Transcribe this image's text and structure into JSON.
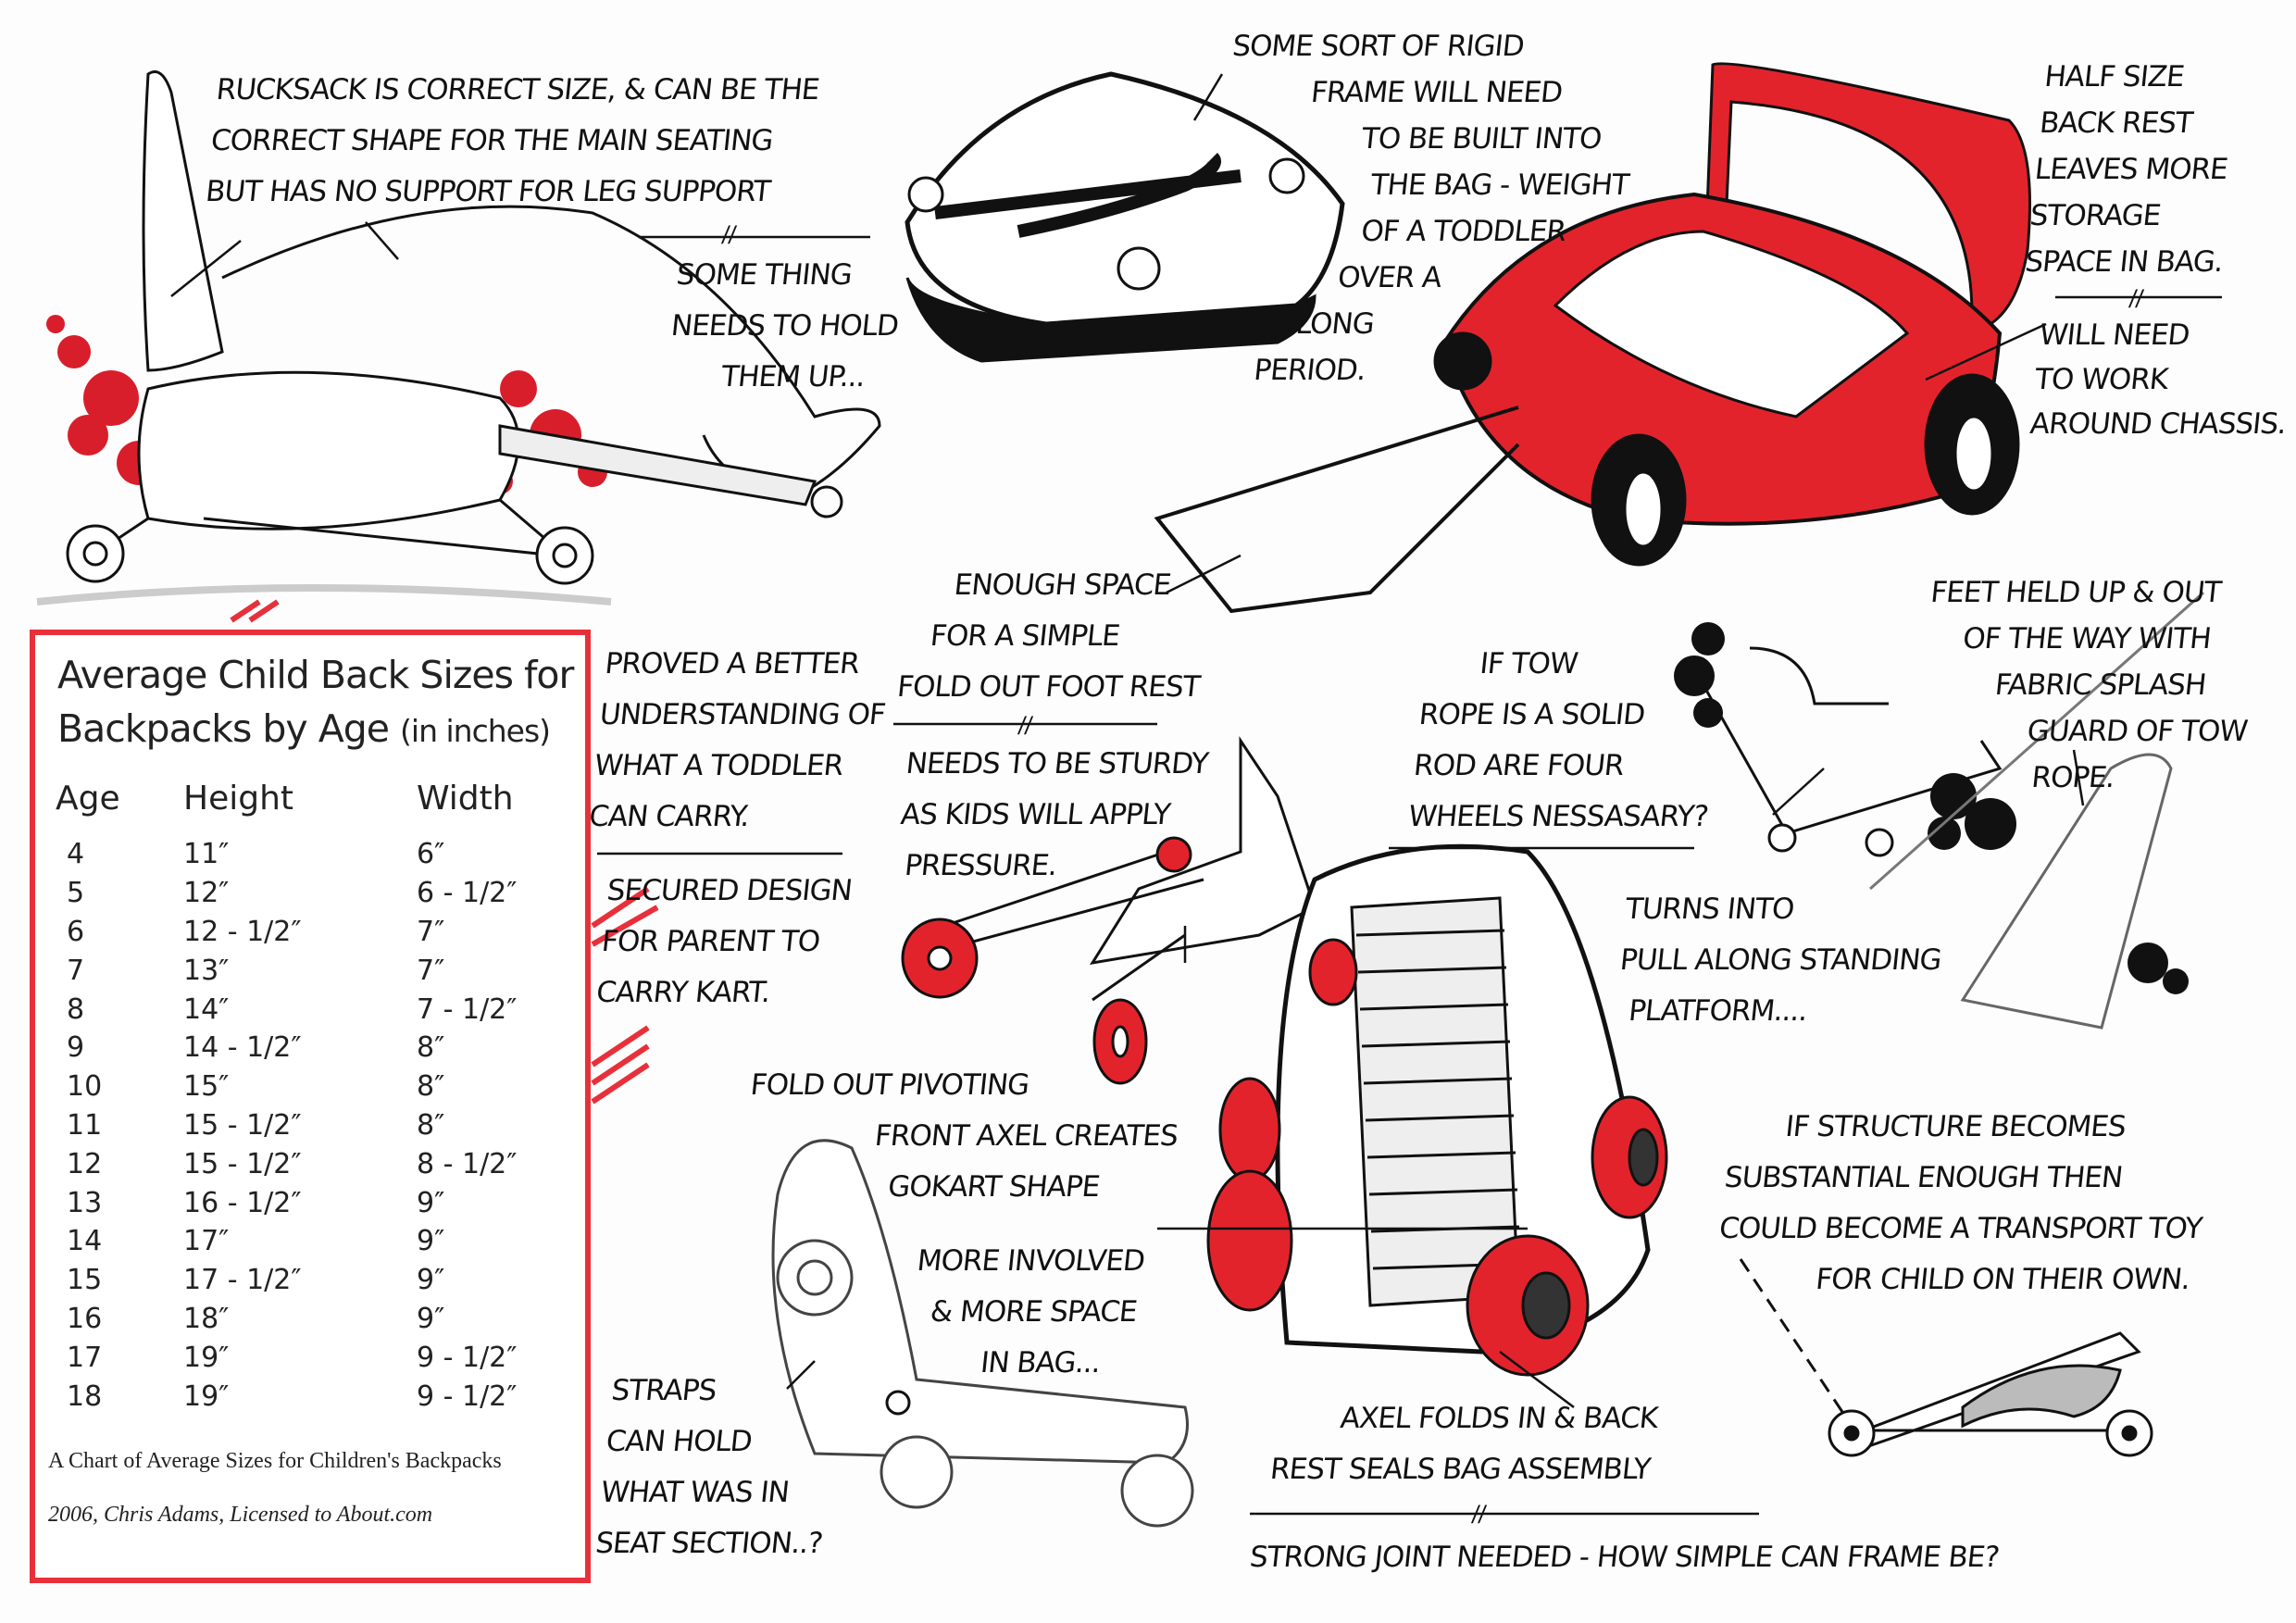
{
  "notes": {
    "rucksack": [
      "Rucksack is correct size, & can be the",
      "correct shape for the main seating",
      "but has no support for leg support"
    ],
    "hold_up": [
      "Some thing",
      "needs to hold",
      "them up..."
    ],
    "rigid_frame": [
      "Some sort of rigid",
      "frame will need",
      "to be built into",
      "the bag - weight",
      "of a toddler",
      "over a",
      "long",
      "period."
    ],
    "half_size": [
      "Half size",
      "back rest",
      "leaves more",
      "storage",
      "space in bag."
    ],
    "chassis": [
      "Will need",
      "to work",
      "around chassis."
    ],
    "foot_rest": [
      "Enough space",
      "for a simple",
      "fold out foot rest"
    ],
    "sturdy": [
      "Needs to be sturdy",
      "as kids will apply",
      "pressure."
    ],
    "toddler": [
      "Proved a better",
      "understanding of",
      "what a toddler",
      "can carry."
    ],
    "secured": [
      "Secured design",
      "for parent to",
      "carry kart."
    ],
    "tow_rope": [
      "If tow",
      "rope is a solid",
      "rod are four",
      "wheels nessasary?"
    ],
    "feet_held": [
      "Feet held up & out",
      "of the way with",
      "fabric splash",
      "guard of tow",
      "rope."
    ],
    "pull_along": [
      "Turns into",
      "pull along standing",
      "platform...."
    ],
    "pivoting": [
      "Fold out pivoting",
      "front axel creates",
      "gokart shape"
    ],
    "more_space": [
      "More involved",
      "& more space",
      "in bag..."
    ],
    "transport": [
      "If structure becomes",
      "substantial enough then",
      "could become a transport toy",
      "for child on their own."
    ],
    "straps": [
      "Straps",
      "can hold",
      "what was in",
      "seat section..?"
    ],
    "axel": [
      "Axel folds in & back",
      "rest seals bag assembly"
    ],
    "joint": [
      "Strong joint needed - how simple can frame be?"
    ],
    "divider": "//"
  },
  "table": {
    "title_line1": "Average Child Back Sizes for",
    "title_line2": "Backpacks by Age",
    "title_unit": "(in inches)",
    "headers": [
      "Age",
      "Height",
      "Width"
    ],
    "rows": [
      [
        "4",
        "11″",
        "6″"
      ],
      [
        "5",
        "12″",
        "6 - 1/2″"
      ],
      [
        "6",
        "12 - 1/2″",
        "7″"
      ],
      [
        "7",
        "13″",
        "7″"
      ],
      [
        "8",
        "14″",
        "7 - 1/2″"
      ],
      [
        "9",
        "14 - 1/2″",
        "8″"
      ],
      [
        "10",
        "15″",
        "8″"
      ],
      [
        "11",
        "15 - 1/2″",
        "8″"
      ],
      [
        "12",
        "15 - 1/2″",
        "8 - 1/2″"
      ],
      [
        "13",
        "16 - 1/2″",
        "9″"
      ],
      [
        "14",
        "17″",
        "9″"
      ],
      [
        "15",
        "17 - 1/2″",
        "9″"
      ],
      [
        "16",
        "18″",
        "9″"
      ],
      [
        "17",
        "19″",
        "9 - 1/2″"
      ],
      [
        "18",
        "19″",
        "9 - 1/2″"
      ]
    ],
    "caption": "A Chart of Average Sizes for Children's Backpacks",
    "credit": "2006, Chris Adams, Licensed to About.com"
  },
  "colors": {
    "marker_red": "#e3232c",
    "ink": "#111111",
    "frame_red": "#e8303a"
  }
}
